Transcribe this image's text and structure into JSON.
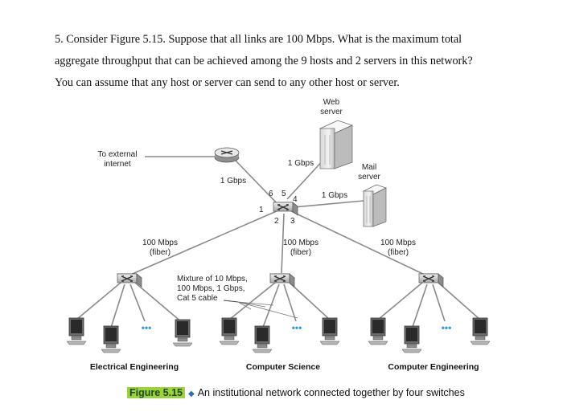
{
  "question": {
    "lines": [
      "5. Consider Figure 5.15. Suppose that all links are 100 Mbps. What is the maximum total",
      "aggregate throughput that can be achieved among the 9 hosts and 2 servers in this network?",
      "You can assume that any host or server can send to any other host or server."
    ]
  },
  "diagram": {
    "labels": {
      "web_server": [
        "Web",
        "server"
      ],
      "mail_server": [
        "Mail",
        "server"
      ],
      "external": [
        "To external",
        "internet"
      ],
      "link_router": "1 Gbps",
      "link_web": "1 Gbps",
      "link_mail": "1 Gbps",
      "fiber_left": [
        "100 Mbps",
        "(fiber)"
      ],
      "fiber_mid": [
        "100 Mbps",
        "(fiber)"
      ],
      "fiber_right": [
        "100 Mbps",
        "(fiber)"
      ],
      "mixture": [
        "Mixture of 10 Mbps,",
        "100 Mbps, 1 Gbps,",
        "Cat 5 cable"
      ],
      "ports": [
        "1",
        "2",
        "3",
        "4",
        "5",
        "6"
      ],
      "ellipsis": "•••"
    },
    "departments": [
      "Electrical Engineering",
      "Computer Science",
      "Computer Engineering"
    ],
    "colors": {
      "accent_caption": "#9ed13a",
      "dots": "#2f9fd8"
    }
  },
  "caption": {
    "figure": "Figure 5.15",
    "text": "An institutional network connected together by four switches"
  }
}
